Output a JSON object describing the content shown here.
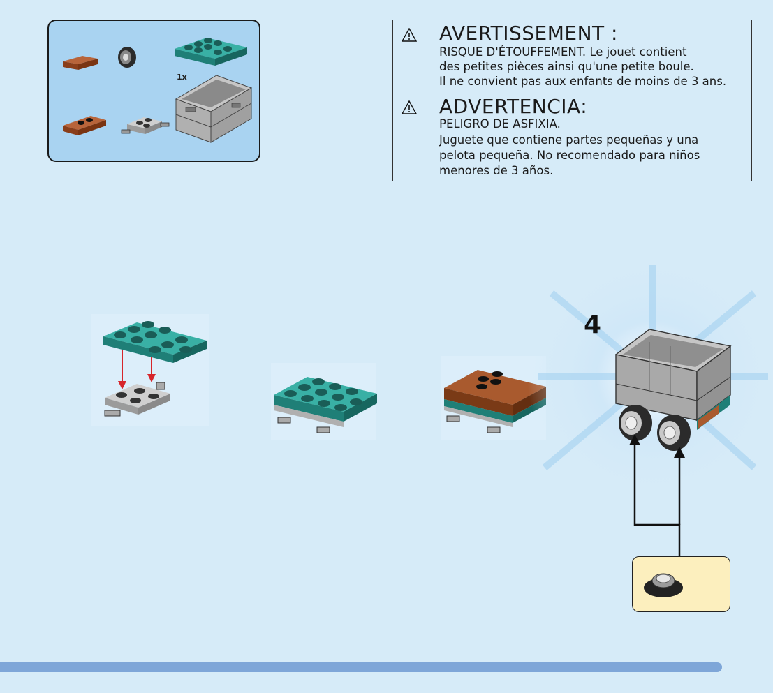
{
  "parts_box": {
    "quantity_label": "1x"
  },
  "warnings": {
    "french": {
      "title": "AVERTISSEMENT :",
      "lines": [
        "RISQUE D'ÉTOUFFEMENT. Le jouet contient",
        "des petites pièces ainsi qu'une petite boule.",
        "Il ne convient pas aux enfants de moins de 3 ans."
      ]
    },
    "spanish": {
      "title": "ADVERTENCIA:",
      "lines": [
        "PELIGRO DE ASFIXIA.",
        "Juguete que contiene partes pequeñas y una",
        "pelota pequeña. No recomendado para niños",
        "menores de 3 años."
      ]
    }
  },
  "step": {
    "number": "4"
  },
  "colors": {
    "teal": "#2e9c92",
    "brown": "#9a4a22",
    "gray": "#b9b9b9",
    "callout_bg": "#fcefbe",
    "arrow_red": "#d6252b",
    "bar": "#7ea6d8"
  },
  "icons": {
    "warning": "warning-triangle-icon",
    "wheel": "wheel-icon"
  }
}
